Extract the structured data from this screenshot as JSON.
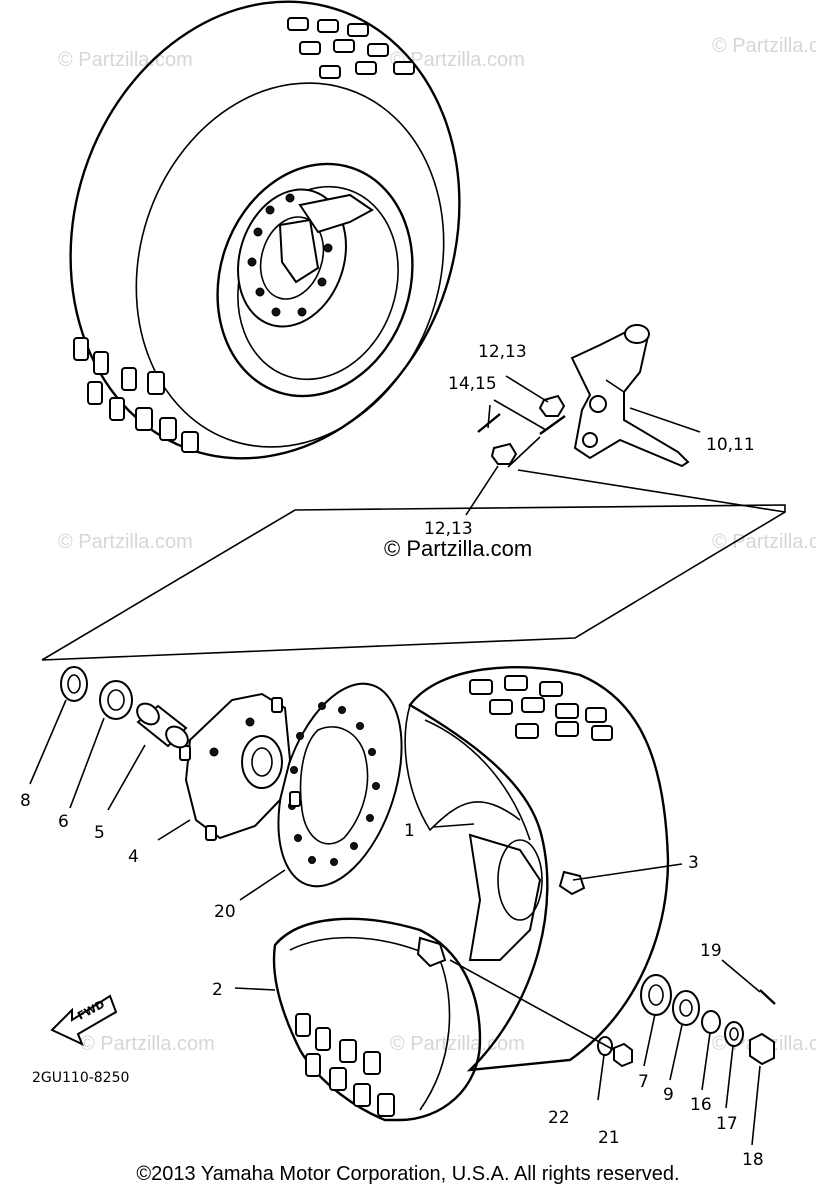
{
  "watermark": "© Partzilla.com",
  "center_watermark": "© Partzilla.com",
  "diagram_code": "2GU110-8250",
  "fwd_label": "FWD",
  "copyright": "©2013 Yamaha Motor Corporation, U.S.A. All rights reserved.",
  "callouts": {
    "c1": "1",
    "c2": "2",
    "c3": "3",
    "c4": "4",
    "c5": "5",
    "c6": "6",
    "c7": "7",
    "c8": "8",
    "c9": "9",
    "c10_11": "10,11",
    "c12_13_top": "12,13",
    "c12_13_bottom": "12,13",
    "c14_15": "14,15",
    "c16": "16",
    "c17": "17",
    "c18": "18",
    "c19": "19",
    "c20": "20",
    "c21": "21",
    "c22": "22"
  }
}
